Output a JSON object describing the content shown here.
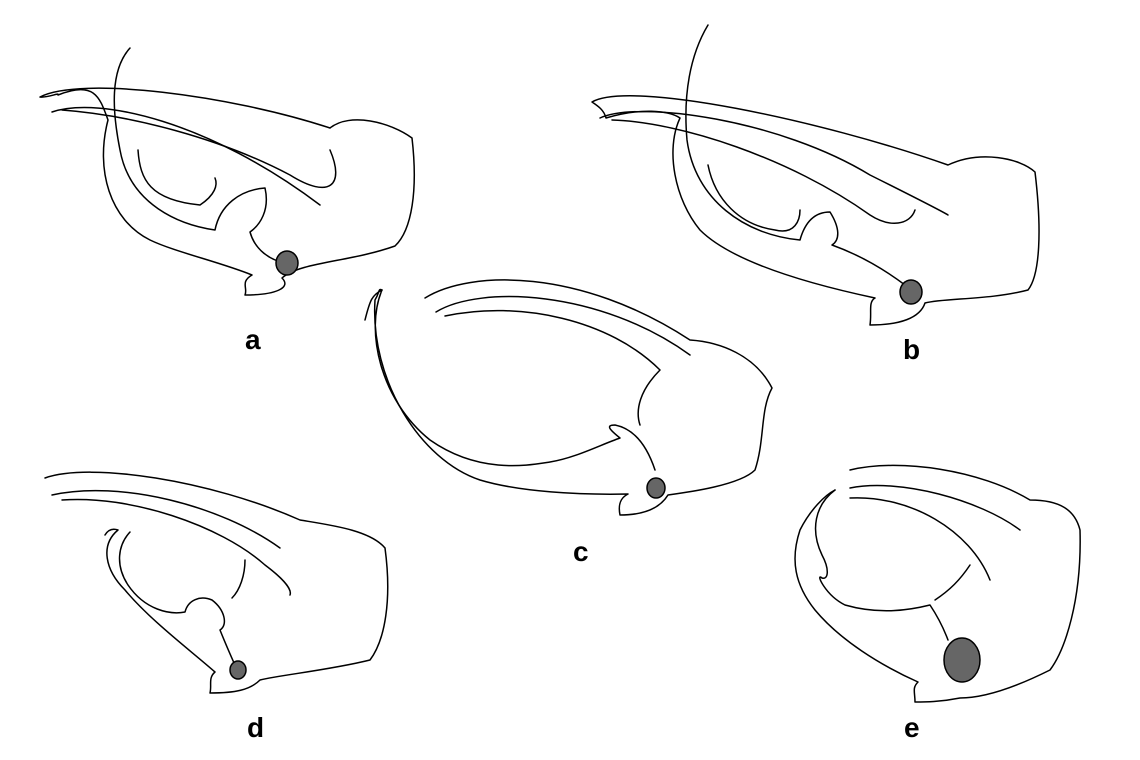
{
  "panels": [
    {
      "id": "a",
      "label": "a"
    },
    {
      "id": "b",
      "label": "b"
    },
    {
      "id": "c",
      "label": "c"
    },
    {
      "id": "d",
      "label": "d"
    },
    {
      "id": "e",
      "label": "e"
    }
  ],
  "colors": {
    "stroke": "#000000",
    "fill_dot": "#666666",
    "background": "#ffffff"
  }
}
